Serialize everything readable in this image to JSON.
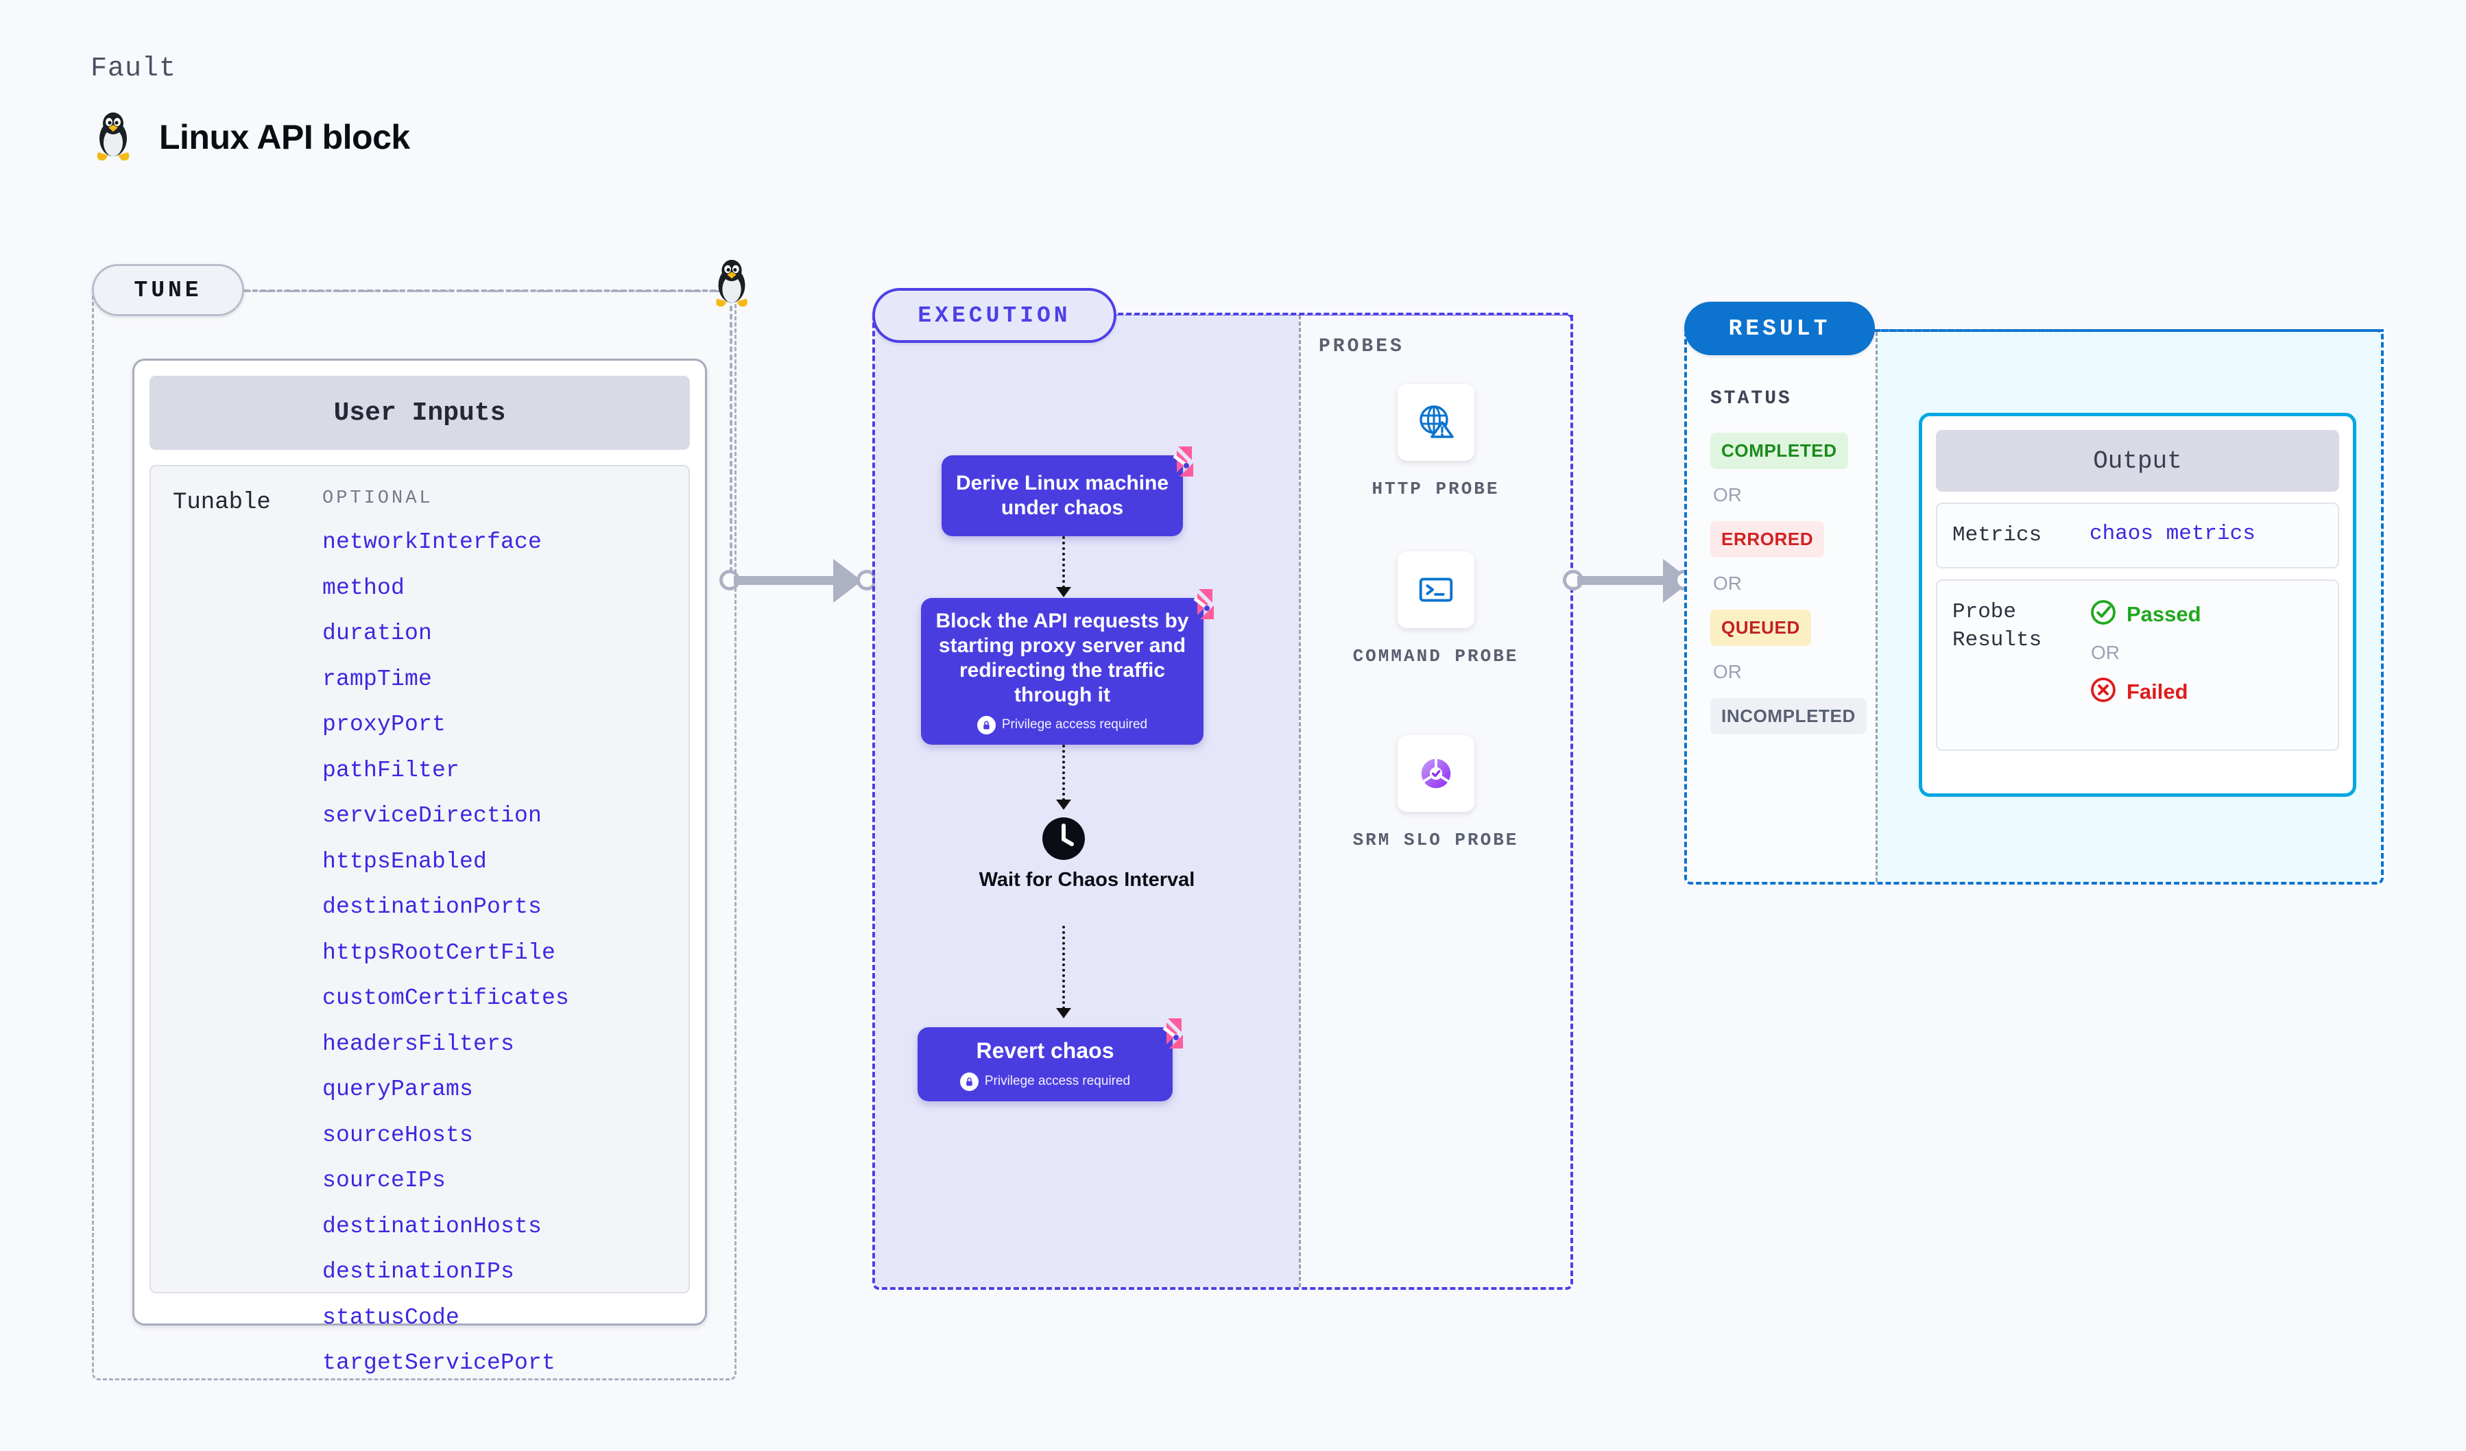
{
  "header": {
    "kicker": "Fault",
    "title": "Linux API block",
    "icon": "linux-penguin-icon"
  },
  "tune": {
    "pill_label": "TUNE",
    "card_title": "User Inputs",
    "tunable_label": "Tunable",
    "optional_label": "OPTIONAL",
    "items": [
      "networkInterface",
      "method",
      "duration",
      "rampTime",
      "proxyPort",
      "pathFilter",
      "serviceDirection",
      "httpsEnabled",
      "destinationPorts",
      "httpsRootCertFile",
      "customCertificates",
      "headersFilters",
      "queryParams",
      "sourceHosts",
      "sourceIPs",
      "destinationHosts",
      "destinationIPs",
      "statusCode",
      "targetServicePort"
    ]
  },
  "execution": {
    "pill_label": "EXECUTION",
    "nodes": [
      {
        "id": "derive-node",
        "text": "Derive Linux machine under chaos",
        "privilege": null,
        "flag": "fault-flag-icon"
      },
      {
        "id": "block-node",
        "text": "Block the API requests by starting proxy server and redirecting the traffic through it",
        "privilege": "Privilege access required",
        "flag": "fault-flag-icon"
      },
      {
        "id": "wait-node",
        "text": "Wait for Chaos Interval",
        "privilege": null,
        "flag": null
      },
      {
        "id": "revert-node",
        "text": "Revert chaos",
        "privilege": "Privilege access required",
        "flag": "fault-flag-icon"
      }
    ]
  },
  "probes": {
    "section_label": "PROBES",
    "items": [
      {
        "name": "HTTP PROBE",
        "icon": "globe-warning-icon"
      },
      {
        "name": "COMMAND PROBE",
        "icon": "terminal-icon"
      },
      {
        "name": "SRM SLO PROBE",
        "icon": "slo-donut-check-icon"
      }
    ]
  },
  "result": {
    "pill_label": "RESULT",
    "status_label": "STATUS",
    "or_label": "OR",
    "statuses": [
      {
        "label": "COMPLETED",
        "color": "#1A8A1A",
        "bg": "#DFF5DF"
      },
      {
        "label": "ERRORED",
        "color": "#D32020",
        "bg": "#FDEAEA"
      },
      {
        "label": "QUEUED",
        "color": "#C42020",
        "bg": "#FBEFC4"
      },
      {
        "label": "INCOMPLETED",
        "color": "#5A6072",
        "bg": "#EFF0F5"
      }
    ],
    "output": {
      "title": "Output",
      "metrics_key": "Metrics",
      "metrics_value": "chaos metrics",
      "probe_results_key": "Probe Results",
      "passed_label": "Passed",
      "failed_label": "Failed",
      "or_label": "OR",
      "passed_color": "#1FA81F",
      "failed_color": "#E01B1B"
    }
  },
  "colors": {
    "page_bg": "#F8F9FC",
    "node_purple": "#4A3DE0",
    "execution_lavender": "#E6E6FA",
    "result_cyan": "#EAFAFE",
    "accent_blue": "#0C73CE",
    "flag_pink": "#FF5C9E"
  }
}
